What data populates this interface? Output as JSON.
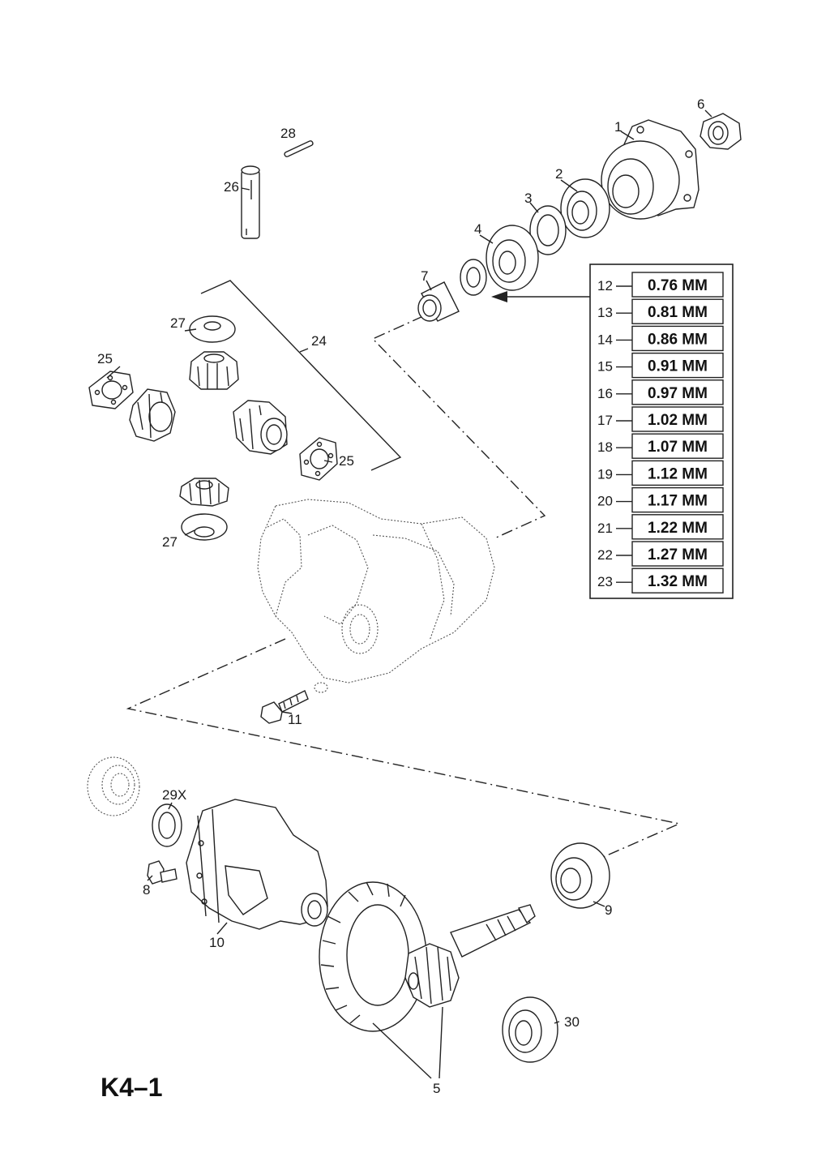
{
  "diagram": {
    "title": "K4–1",
    "callouts": {
      "c1": "1",
      "c2": "2",
      "c3": "3",
      "c4": "4",
      "c5": "5",
      "c6": "6",
      "c7": "7",
      "c8": "8",
      "c9": "9",
      "c10": "10",
      "c11": "11",
      "c24": "24",
      "c25a": "25",
      "c25b": "25",
      "c26": "26",
      "c27a": "27",
      "c27b": "27",
      "c28": "28",
      "c29": "29X",
      "c30": "30"
    },
    "shims": [
      {
        "code": "12",
        "value": "0.76 MM"
      },
      {
        "code": "13",
        "value": "0.81 MM"
      },
      {
        "code": "14",
        "value": "0.86 MM"
      },
      {
        "code": "15",
        "value": "0.91 MM"
      },
      {
        "code": "16",
        "value": "0.97 MM"
      },
      {
        "code": "17",
        "value": "1.02 MM"
      },
      {
        "code": "18",
        "value": "1.07 MM"
      },
      {
        "code": "19",
        "value": "1.12 MM"
      },
      {
        "code": "20",
        "value": "1.17 MM"
      },
      {
        "code": "21",
        "value": "1.22 MM"
      },
      {
        "code": "22",
        "value": "1.27 MM"
      },
      {
        "code": "23",
        "value": "1.32 MM"
      }
    ]
  }
}
